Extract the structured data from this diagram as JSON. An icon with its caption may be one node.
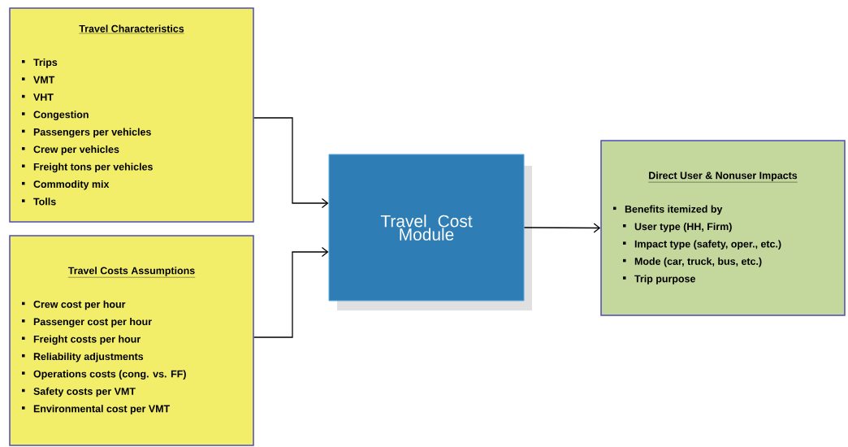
{
  "diagram": {
    "nodes": [
      {
        "text": [
          "Travel Characteristics",
          "Trips",
          "VMT",
          "VHT",
          "Congestion",
          "Passengers per vehicles",
          "Crew per vehicles",
          "Freight tons per vehicles",
          "Commodity mix",
          "Tolls"
        ]
      },
      {
        "text": [
          "Travel Costs Assumptions",
          "Crew cost per hour",
          "Passenger cost per hour",
          "Freight costs per hour",
          "Reliability adjustments",
          "Operations costs (cong. vs. FF)",
          "Safety costs per VMT",
          "Environmental cost per VMT"
        ]
      },
      {
        "text": [
          "Travel Cost Module"
        ]
      },
      {
        "text": [
          "Direct User & Nonuser Impacts",
          "Benefits itemized by",
          "User type (HH, Firm)",
          "Impact type (safety, oper., etc.)",
          "Mode (car, truck, bus, etc.)",
          "Trip purpose"
        ]
      }
    ],
    "edges": [
      {
        "from": 0,
        "to": 2,
        "arrow": "to"
      },
      {
        "from": 1,
        "to": 2,
        "arrow": "to"
      },
      {
        "from": 2,
        "to": 3,
        "arrow": "to"
      }
    ]
  }
}
